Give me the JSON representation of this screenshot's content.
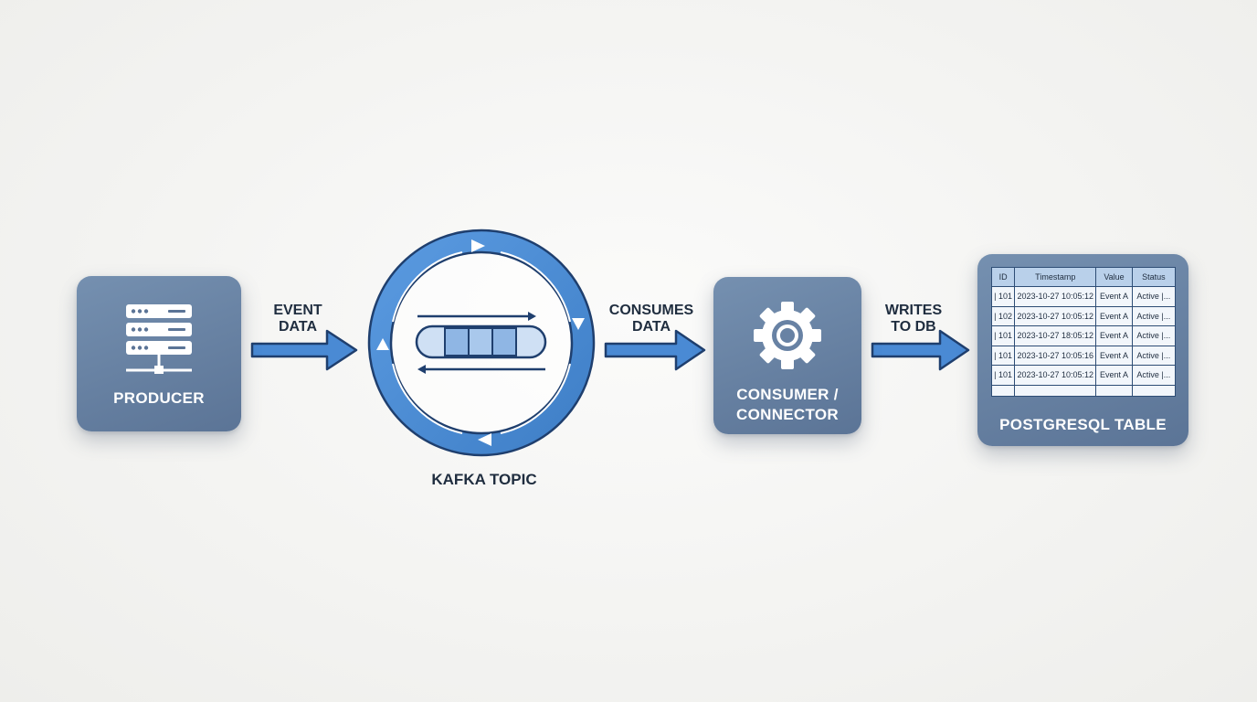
{
  "producer": {
    "label": "PRODUCER",
    "icon": "server-icon"
  },
  "kafka": {
    "label": "KAFKA TOPIC",
    "icon": "kafka-ring-icon"
  },
  "consumer": {
    "label": "CONSUMER /\nCONNECTOR",
    "icon": "gear-icon"
  },
  "postgres": {
    "label": "POSTGRESQL TABLE",
    "columns": [
      "ID",
      "Timestamp",
      "Value",
      "Status"
    ],
    "rows": [
      [
        "| 101",
        "2023-10-27 10:05:12",
        "Event A",
        "Active |..."
      ],
      [
        "| 102",
        "2023-10-27 10:05:12",
        "Event A",
        "Active |..."
      ],
      [
        "| 101",
        "2023-10-27 18:05:12",
        "Event A",
        "Active |..."
      ],
      [
        "| 101",
        "2023-10-27 10:05:16",
        "Event A",
        "Active |..."
      ],
      [
        "| 101",
        "2023-10-27 10:05:12",
        "Event A",
        "Active |..."
      ]
    ]
  },
  "arrows": {
    "event_data": "EVENT\nDATA",
    "consumes_data": "CONSUMES\nDATA",
    "writes_to_db": "WRITES\nTO DB"
  },
  "colors": {
    "card": "#6680a3",
    "arrow": "#4a8ad4",
    "arrow_outline": "#1f3f6e",
    "ring": "#4a8ad4",
    "text_dark": "#1f2d3f"
  }
}
